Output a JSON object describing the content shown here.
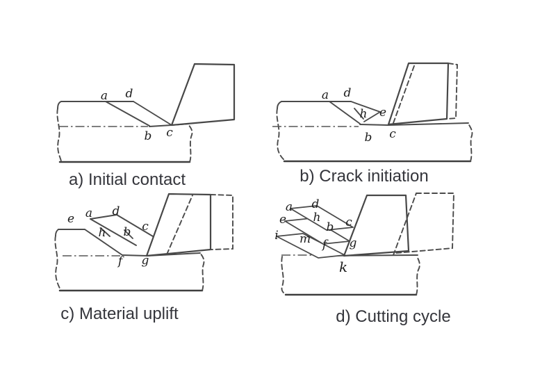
{
  "figure": {
    "colors": {
      "background": "#ffffff",
      "line": "#4a4a4a",
      "point_label": "#1c1c1c",
      "caption": "#34353b"
    },
    "panels": [
      {
        "id": "a",
        "caption": "a) Initial contact",
        "labels": {
          "a": "a",
          "d": "d",
          "b": "b",
          "c": "c"
        }
      },
      {
        "id": "b",
        "caption": "b) Crack initiation",
        "labels": {
          "a": "a",
          "d": "d",
          "h": "h",
          "e": "e",
          "b": "b",
          "c": "c"
        }
      },
      {
        "id": "c",
        "caption": "c) Material uplift",
        "labels": {
          "e": "e",
          "a": "a",
          "d": "d",
          "h": "h",
          "b": "b",
          "c": "c",
          "f": "f",
          "g": "g"
        }
      },
      {
        "id": "d",
        "caption": "d) Cutting cycle",
        "labels": {
          "a": "a",
          "d": "d",
          "e": "e",
          "h": "h",
          "b": "b",
          "c": "c",
          "i": "i",
          "m": "m",
          "f": "f",
          "g": "g",
          "k": "k"
        }
      }
    ]
  }
}
